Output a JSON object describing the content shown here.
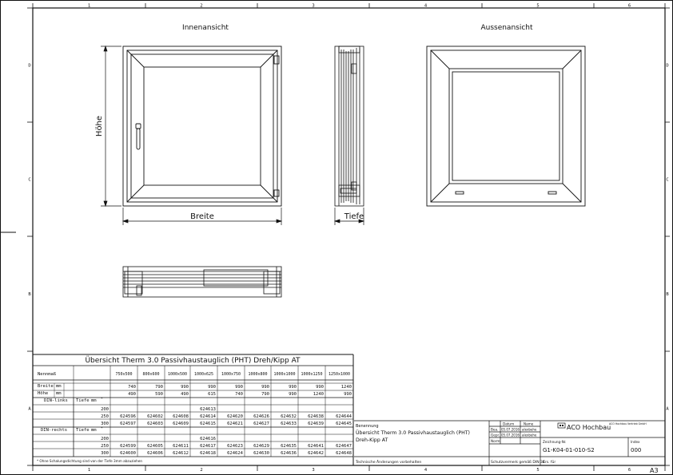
{
  "sheet": {
    "columns": [
      "1",
      "2",
      "3",
      "4",
      "5",
      "6"
    ],
    "rows": [
      "D",
      "C",
      "B",
      "A"
    ],
    "size_label": "A3"
  },
  "views": {
    "inner_title": "Innenansicht",
    "outer_title": "Aussenansicht",
    "height_label": "Höhe",
    "width_label": "Breite",
    "depth_label": "Tiefe"
  },
  "table": {
    "title": "Übersicht Therm 3.0 Passivhaustauglich (PHT) Dreh/Kipp AT",
    "nennmass_label": "Nennmaß",
    "sizes": [
      "750x500",
      "800x600",
      "1000x500",
      "1000x625",
      "1000x750",
      "1000x800",
      "1000x1000",
      "1000x1250",
      "1250x1000"
    ],
    "breite_label": "Breite",
    "hoehe_label": "Höhe",
    "unit_mm": "mm",
    "breite": [
      "740",
      "790",
      "990",
      "990",
      "990",
      "990",
      "990",
      "990",
      "1240"
    ],
    "hoehe": [
      "490",
      "590",
      "490",
      "615",
      "740",
      "790",
      "990",
      "1240",
      "990"
    ],
    "din_links_label": "DIN-links",
    "din_rechts_label": "DIN-rechts",
    "tiefe_label": "Tiefe",
    "tiefe_values": [
      "200",
      "250",
      "300"
    ],
    "din_links": [
      [
        "",
        "",
        "",
        "624613",
        "",
        "",
        "",
        "",
        ""
      ],
      [
        "624596",
        "624602",
        "624608",
        "624614",
        "624620",
        "624626",
        "624632",
        "624638",
        "624644"
      ],
      [
        "624597",
        "624603",
        "624609",
        "624615",
        "624621",
        "624627",
        "624633",
        "624639",
        "624645"
      ]
    ],
    "din_rechts": [
      [
        "",
        "",
        "",
        "624616",
        "",
        "",
        "",
        "",
        ""
      ],
      [
        "624599",
        "624605",
        "624611",
        "624617",
        "624623",
        "624629",
        "624635",
        "624641",
        "624647"
      ],
      [
        "624600",
        "624606",
        "624612",
        "624618",
        "624624",
        "624630",
        "624636",
        "624642",
        "624648"
      ]
    ],
    "footnote": "* Ohne Schalungsdichtung sind von der Tiefe 3mm abzuziehen",
    "star": "*"
  },
  "titleblock": {
    "benennung_label": "Benennung",
    "benennung_line1": "Übersicht Therm 3.0 Passivhaustauglich (PHT)",
    "benennung_line2": "Dreh-Kipp AT",
    "tech_note": "Technische Änderungen vorbehalten",
    "schutz": "Schutzvermerk gemäß DIN 34",
    "ers_fuer": "Ers. für",
    "datum_label": "Datum",
    "name_label": "Name",
    "bea_label": "Bea.",
    "gepr_label": "Gepr.",
    "norm_label": "Norm",
    "bea_date": "05.07.2016",
    "gepr_date": "05.07.2016",
    "bea_name": "alexbehe",
    "gepr_name": "alexbehe",
    "company": "ACO Hochbau",
    "company_small": "ACO Hochbau Vertrieb GmbH",
    "zeichnung_label": "Zeichnung-Nr.",
    "zeichnung_nr": "G1-K04-01-010-S2",
    "index_label": "Index",
    "index": "000"
  }
}
